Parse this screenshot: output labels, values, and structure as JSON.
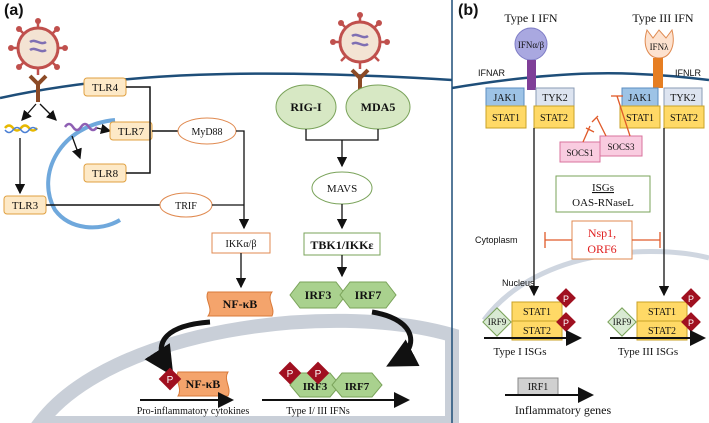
{
  "panel_a": {
    "label": "(a)",
    "tlr4": "TLR4",
    "tlr7": "TLR7",
    "tlr8": "TLR8",
    "tlr3": "TLR3",
    "myd88": "MyD88",
    "trif": "TRIF",
    "rigi": "RIG-I",
    "mda5": "MDA5",
    "mavs": "MAVS",
    "tbk1": "TBK1/IKKε",
    "ikk": "IKKα/β",
    "nfkb": "NF-κB",
    "irf3": "IRF3",
    "irf7": "IRF7",
    "nuc_nfkb": "NF-κB",
    "nuc_irf3": "IRF3",
    "nuc_irf7": "IRF7",
    "p": "P",
    "pro_inflammatory": "Pro-inflammatory cytokines",
    "type_ifns": "Type I/ III IFNs"
  },
  "panel_b": {
    "label": "(b)",
    "type1_ifn": "Type I IFN",
    "type3_ifn": "Type III IFN",
    "ifn_ab": "IFNα/β",
    "ifn_l": "IFNλ",
    "ifnar": "IFNAR",
    "ifnlr": "IFNLR",
    "jak1": "JAK1",
    "tyk2": "TYK2",
    "stat1": "STAT1",
    "stat2": "STAT2",
    "socs1": "SOCS1",
    "socs3": "SOCS3",
    "isgs": "ISGs",
    "oas": "OAS-RNaseL",
    "cytoplasm": "Cytoplasm",
    "nsp1": "Nsp1,",
    "orf6": "ORF6",
    "nucleus": "Nucleus",
    "irf9": "IRF9",
    "p": "P",
    "type1_isgs": "Type I ISGs",
    "type3_isgs": "Type III ISGs",
    "irf1": "IRF1",
    "inflammatory_genes": "Inflammatory genes"
  },
  "colors": {
    "membrane": "#1e4e79",
    "tlr_fill": "#fde9c7",
    "tlr_stroke": "#e0a040",
    "green_fill": "#d7e8c4",
    "green_stroke": "#7aa35a",
    "hex_fill": "#a9d18e",
    "nfkb_fill": "#f4a46c",
    "nucleus": "#cfd6e0",
    "phospho": "#a01020",
    "jak_fill": "#9dc3e6",
    "stat_fill": "#ffd966",
    "socs_fill": "#f9cce0",
    "nsp_text": "#e02020",
    "virus": "#c0504d",
    "receptor": "#8c4a26",
    "ifnar": "#7f3f98"
  }
}
